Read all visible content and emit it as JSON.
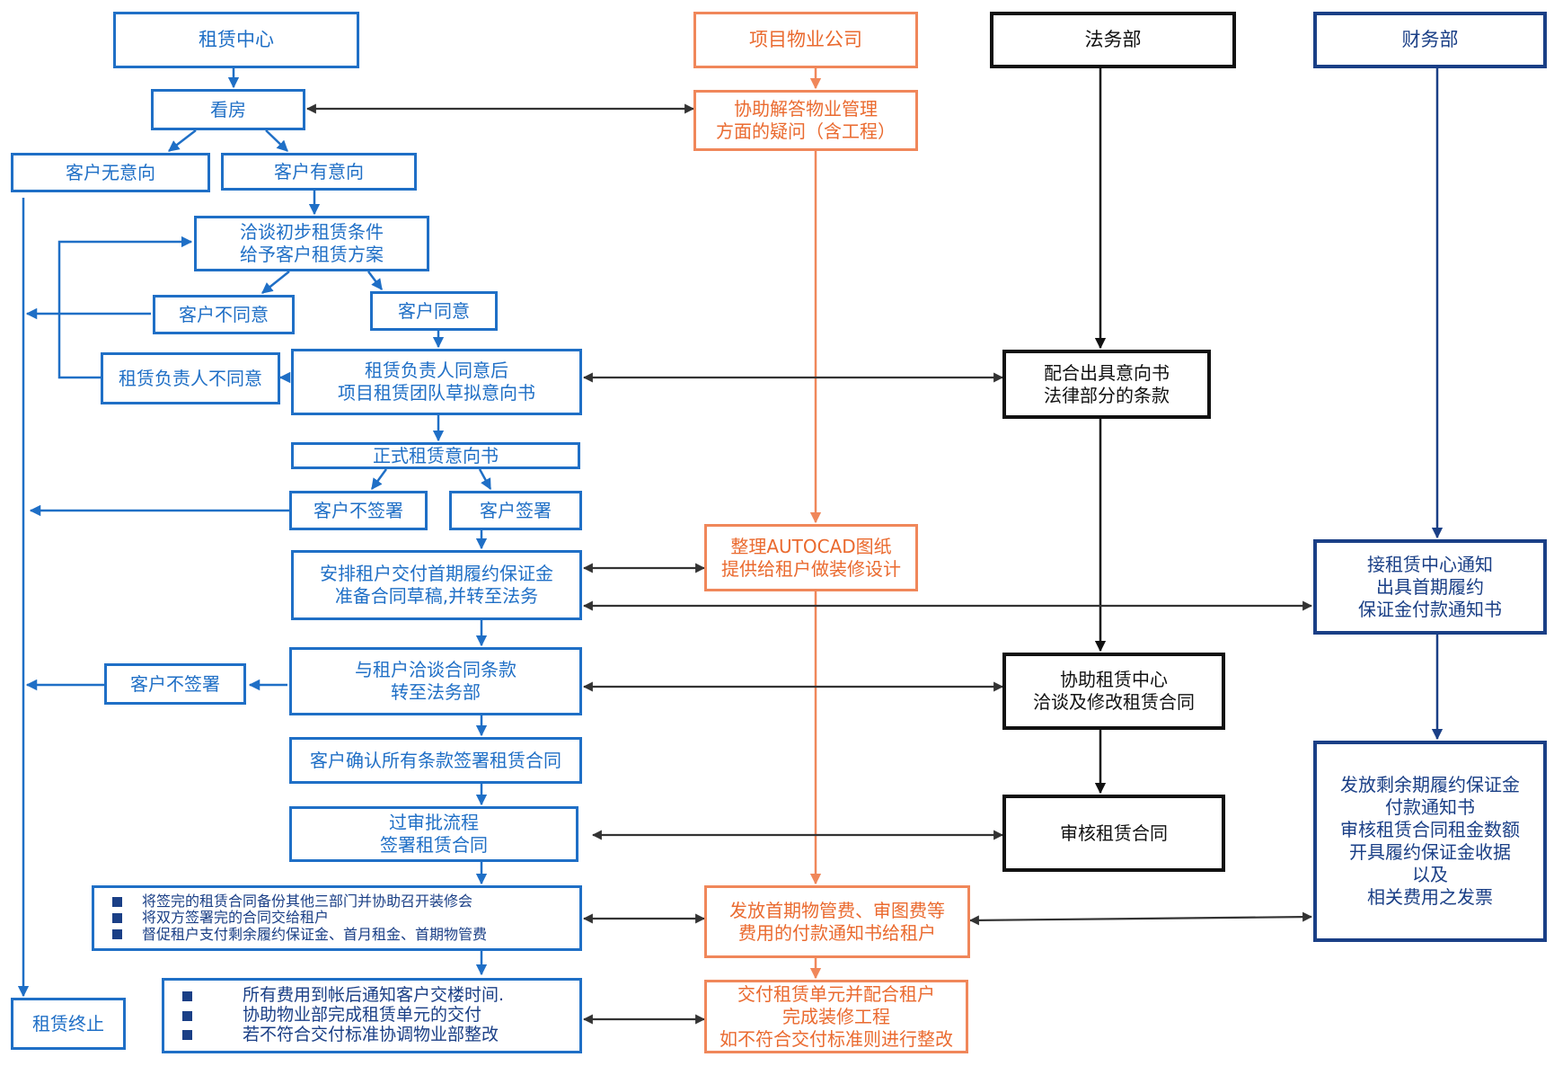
{
  "headers": {
    "leasing_center": "租赁中心",
    "property_company": "项目物业公司",
    "legal_dept": "法务部",
    "finance_dept": "财务部"
  },
  "nodes": {
    "view_house": "看房",
    "customer_no_intent": "客户无意向",
    "customer_has_intent": "客户有意向",
    "negotiate_terms": [
      "洽谈初步租赁条件",
      "给予客户租赁方案"
    ],
    "customer_disagree": "客户不同意",
    "customer_agree": "客户同意",
    "manager_disagree": "租赁负责人不同意",
    "draft_loi": [
      "租赁负责人同意后",
      "项目租赁团队草拟意向书"
    ],
    "formal_loi": "正式租赁意向书",
    "customer_not_sign_1": "客户不签署",
    "customer_sign": "客户签署",
    "arrange_deposit": [
      "安排租户交付首期履约保证金",
      "准备合同草稿,并转至法务"
    ],
    "negotiate_contract": [
      "与租户洽谈合同条款",
      "转至法务部"
    ],
    "customer_not_sign_2": "客户不签署",
    "confirm_sign": "客户确认所有条款签署租赁合同",
    "approval": [
      "过审批流程",
      "签署租赁合同"
    ],
    "backup_tasks": [
      "将签完的租赁合同备份其他三部门并协助召开装修会",
      "将双方签署完的合同交给租户",
      "督促租户支付剩余履约保证金、首月租金、首期物管费"
    ],
    "delivery_tasks": [
      "所有费用到帐后通知客户交楼时间.",
      "协助物业部完成租赁单元的交付",
      "若不符合交付标准协调物业部整改"
    ],
    "lease_terminate": "租赁终止",
    "assist_answer": [
      "协助解答物业管理",
      "方面的疑问（含工程）"
    ],
    "autocad": [
      "整理AUTOCAD图纸",
      "提供给租户做装修设计"
    ],
    "issue_fee_notice": [
      "发放首期物管费、审图费等",
      "费用的付款通知书给租户"
    ],
    "deliver_unit": [
      "交付租赁单元并配合租户",
      "完成装修工程",
      "如不符合交付标准则进行整改"
    ],
    "legal_loi_terms": [
      "配合出具意向书",
      "法律部分的条款"
    ],
    "legal_assist_contract": [
      "协助租赁中心",
      "洽谈及修改租赁合同"
    ],
    "legal_review": "审核租赁合同",
    "finance_notice": [
      "接租赁中心通知",
      "出具首期履约",
      "保证金付款通知书"
    ],
    "finance_tasks": [
      "发放剩余期履约保证金",
      "付款通知书",
      "审核租赁合同租金数额",
      "开具履约保证金收据",
      "以及",
      "相关费用之发票"
    ]
  },
  "colors": {
    "blue": "#1f6fc6",
    "orange": "#f0875a",
    "black": "#111111",
    "navy": "#1a3f86"
  }
}
